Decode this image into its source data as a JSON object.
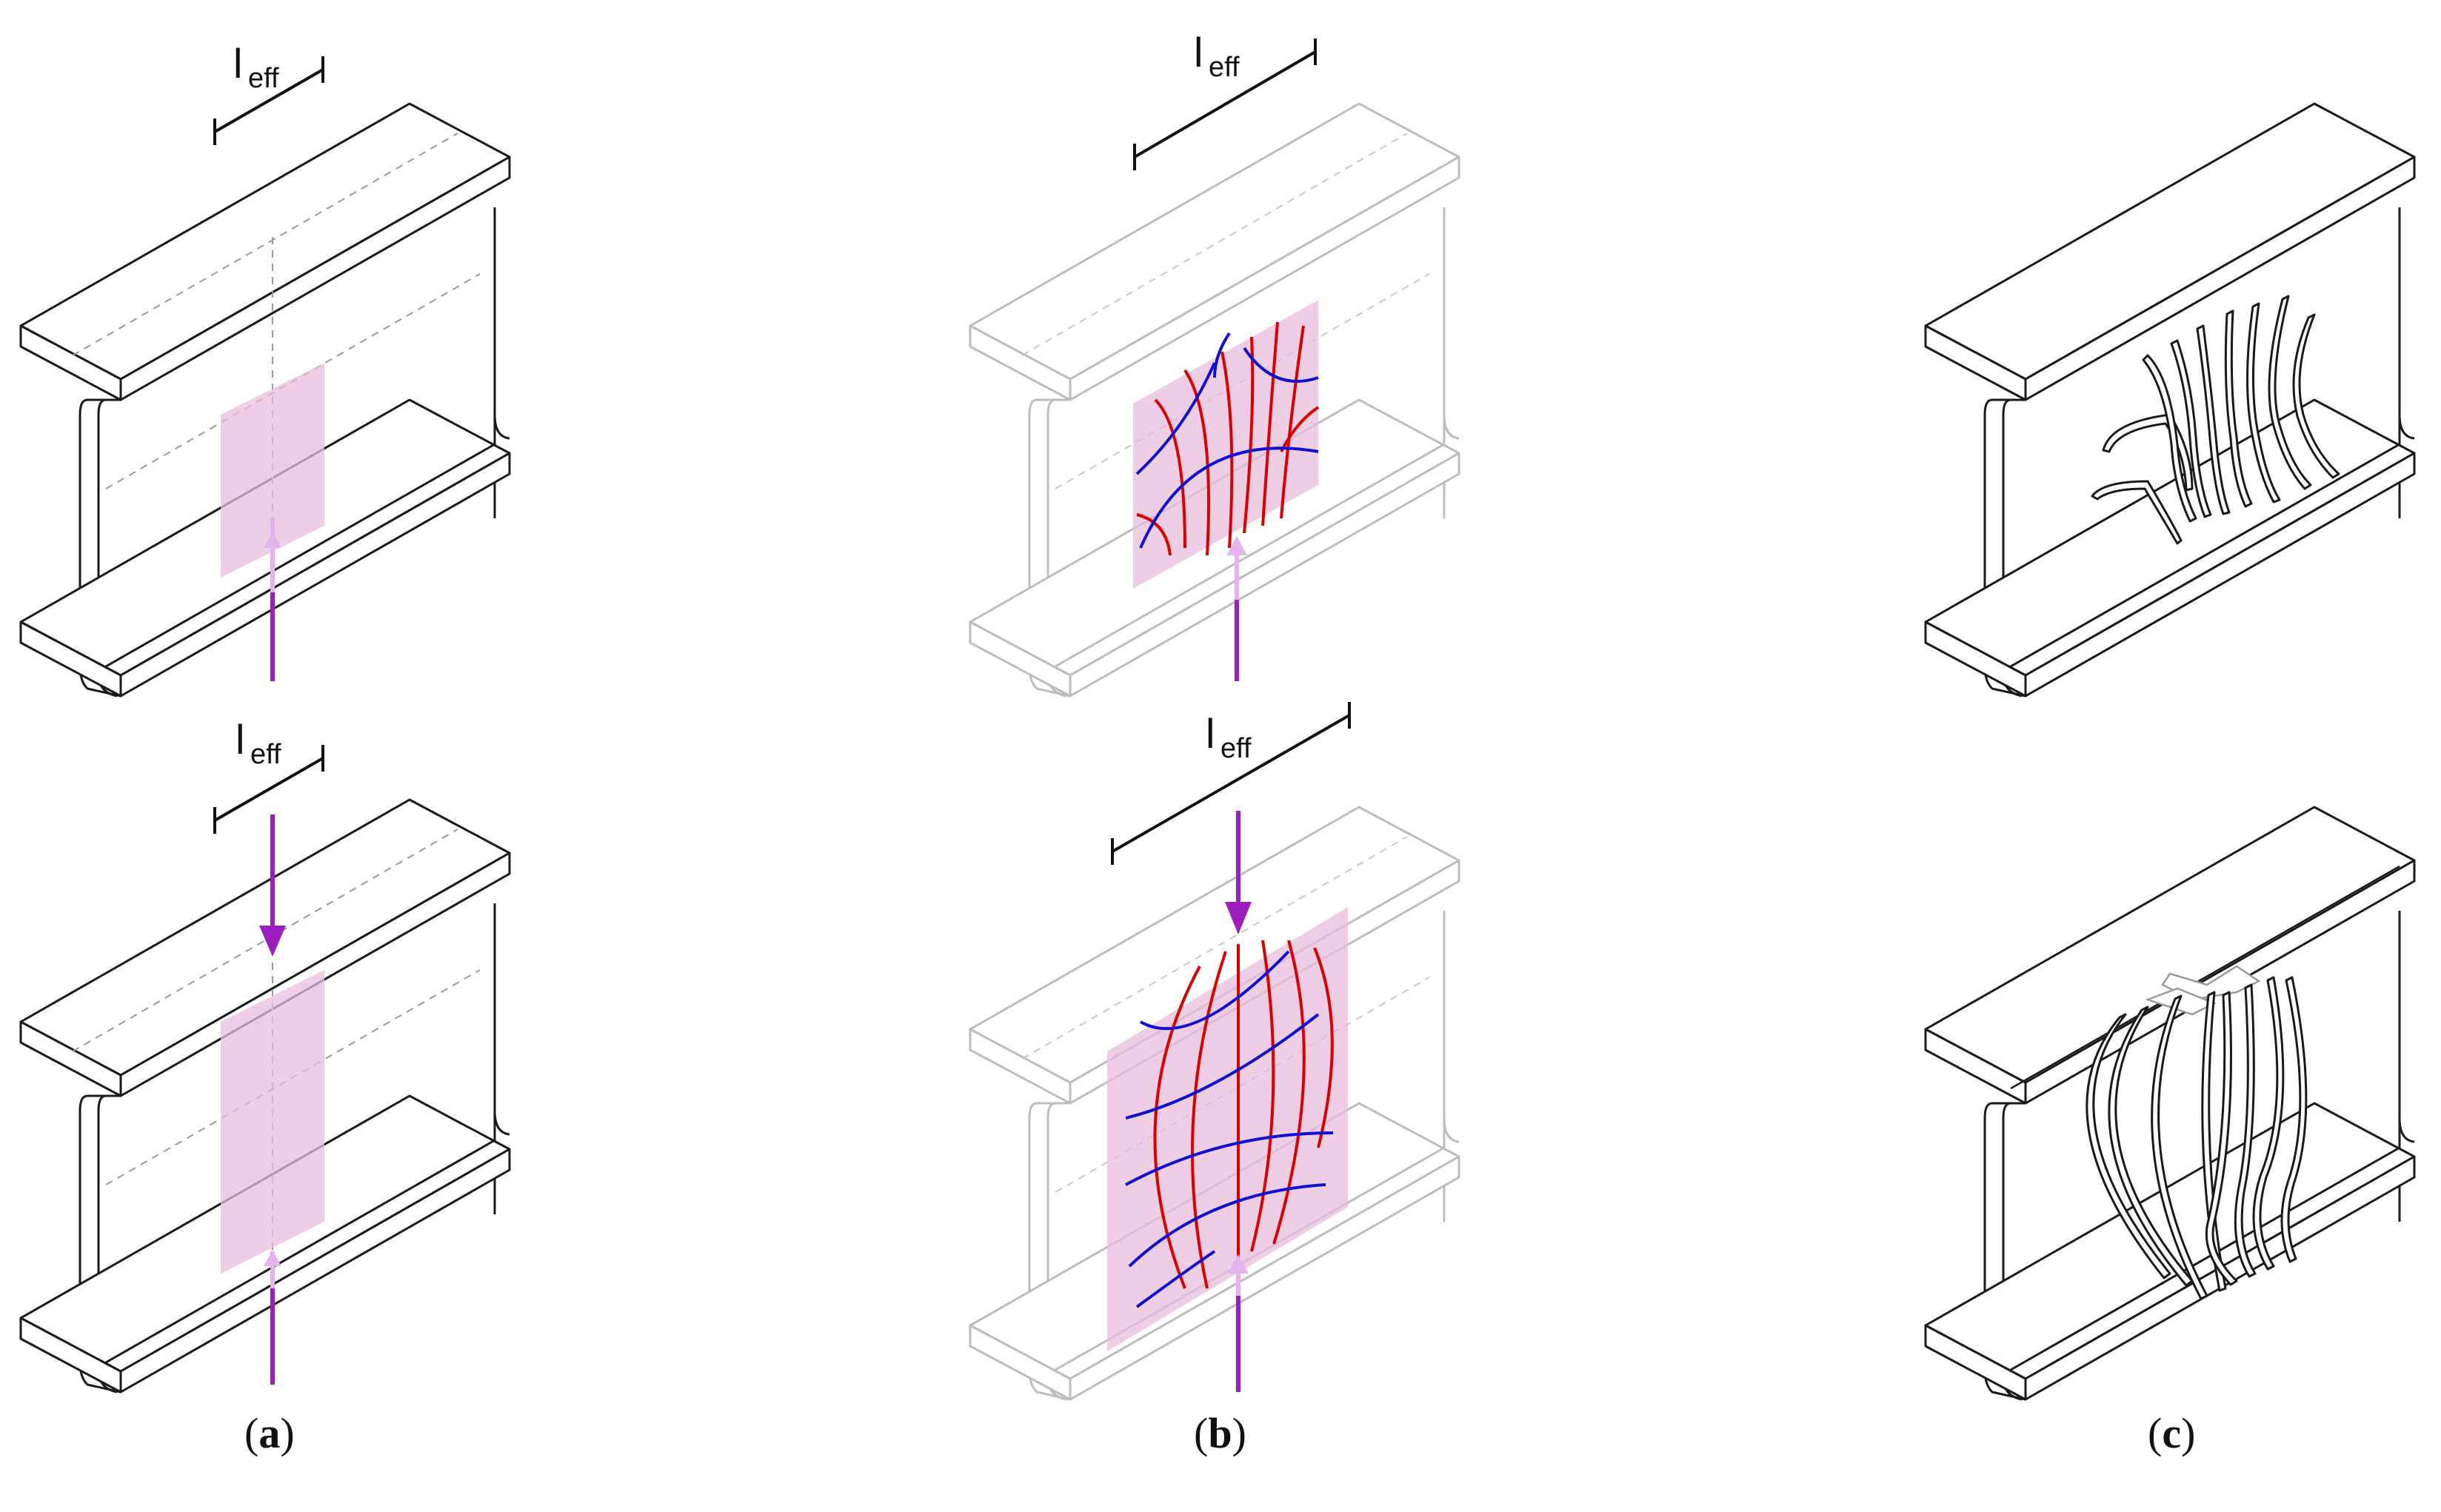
{
  "labels": {
    "leff_main": "l",
    "leff_sub": "eff"
  },
  "captions": {
    "a": {
      "open": "(",
      "letter": "a",
      "close": ")"
    },
    "b": {
      "open": "(",
      "letter": "b",
      "close": ")"
    },
    "c": {
      "open": "(",
      "letter": "c",
      "close": ")"
    }
  },
  "colors": {
    "force": "#9b1fbf",
    "force_faint": "#e6b3ee",
    "zone": "#e7bddc",
    "tension_lines": "#d90000",
    "compression_lines": "#1010d0"
  }
}
